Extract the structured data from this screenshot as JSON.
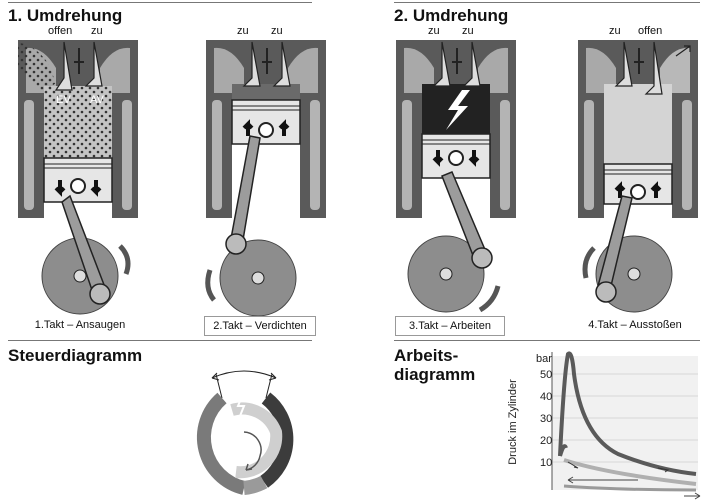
{
  "headings": {
    "rev1": "1. Umdrehung",
    "rev2": "2. Umdrehung",
    "steuer": "Steuerdiagramm",
    "arbeits_line1": "Arbeits-",
    "arbeits_line2": "diagramm"
  },
  "strokes": [
    {
      "caption": "1.Takt – Ansaugen",
      "valve_left": "offen",
      "valve_right": "zu",
      "port_left": "EV",
      "port_right": "AV",
      "boxed": false
    },
    {
      "caption": "2.Takt – Verdichten",
      "valve_left": "zu",
      "valve_right": "zu",
      "boxed": true
    },
    {
      "caption": "3.Takt – Arbeiten",
      "valve_left": "zu",
      "valve_right": "zu",
      "boxed": true
    },
    {
      "caption": "4.Takt – Ausstoßen",
      "valve_left": "zu",
      "valve_right": "offen",
      "boxed": false
    }
  ],
  "work_diagram": {
    "ylabel": "Druck im Zylinder",
    "unit": "bar",
    "ticks": [
      "50",
      "40",
      "30",
      "20",
      "10"
    ]
  },
  "colors": {
    "cylinder_dark": "#4a4a4a",
    "cylinder_light": "#b8b8b8",
    "crank": "#8d8d8d",
    "combustion": "#222222"
  }
}
